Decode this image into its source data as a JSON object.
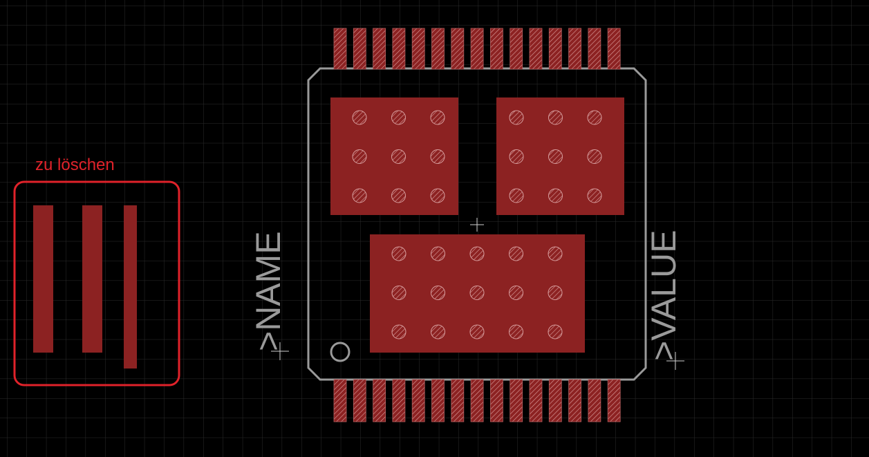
{
  "annotation": {
    "label": "zu löschen"
  },
  "labels": {
    "name": ">NAME",
    "value": ">VALUE"
  },
  "colors": {
    "background": "#000000",
    "grid": "#2a2a2a",
    "copper": "#8c2222",
    "outline": "#9a9a9a",
    "annotation": "#e0222a",
    "hatch": "#d8a0a0"
  },
  "package": {
    "pins_per_side": 15,
    "thermal_pads": [
      {
        "rows": 3,
        "cols": 3
      },
      {
        "rows": 3,
        "cols": 3
      },
      {
        "rows": 3,
        "cols": 5
      }
    ]
  },
  "deletion_group": {
    "bars": 3
  }
}
